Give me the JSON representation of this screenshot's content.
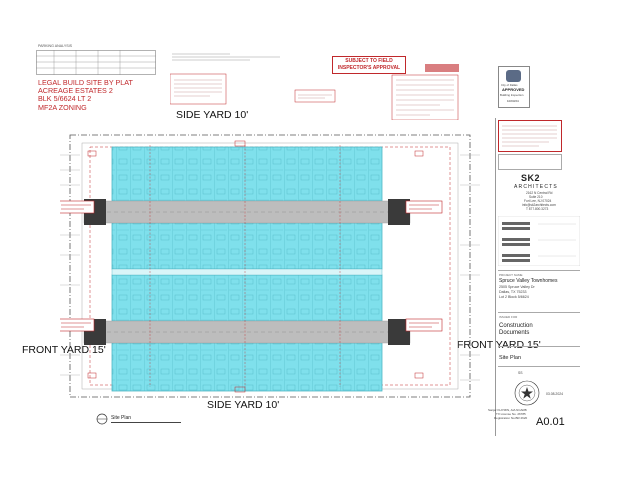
{
  "parking_table": {
    "title": "PARKING ANALYSIS"
  },
  "legal": {
    "lines": [
      "LEGAL BUILD SITE BY PLAT",
      "ACREAGE ESTATES 2",
      "BLK 5/6624 LT 2",
      "MF2A ZONING"
    ]
  },
  "notices": {
    "field_inspector": "SUBJECT TO FIELD INSPECTOR'S APPROVAL"
  },
  "stamp": {
    "city": "City of Dallas",
    "status": "APPROVED",
    "dept": "Building Inspection",
    "date": "10/03/24"
  },
  "yards": {
    "side_top": "SIDE YARD 10'",
    "side_bottom": "SIDE YARD 10'",
    "front_left": "FRONT YARD 15'",
    "front_right": "FRONT YARD 15'"
  },
  "architect": {
    "logo": "SK2",
    "firm": "ARCHITECTS",
    "address": [
      "2162 N Central Rd",
      "Suite 210",
      "Fort Lee, NJ 07024"
    ],
    "email": "info@sk2architects.com",
    "phone": "T 877.800.3273"
  },
  "project": {
    "label": "PROJECT NAME",
    "name": "Spruce Valley Townhomes",
    "address": [
      "2505 Spruce Valley Dr",
      "Dallas, TX 75233",
      "Lot 2 Block 5/6624"
    ]
  },
  "issue": {
    "label": "ISSUED FOR",
    "title": [
      "Construction",
      "Documents"
    ]
  },
  "sheet": {
    "title": "Site Plan",
    "drawn_by": "SS",
    "date": "03.08.2024",
    "number": "A0.01"
  },
  "seal": {
    "name": "Sanjar KHYMIN, AIA NCARB",
    "license": "TX License No. 26785",
    "registration": "Registration No.BR 2620"
  },
  "drawing_title": {
    "label": "Site Plan"
  },
  "colors": {
    "building": "#7fe0ec",
    "road": "#bdbdbd",
    "dark_fill": "#3a3a3a",
    "red": "#c0282b"
  }
}
